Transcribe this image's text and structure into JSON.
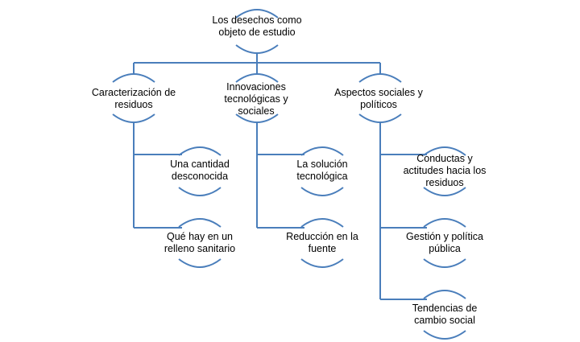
{
  "diagram": {
    "root": {
      "label_lines": [
        "Los desechos como",
        "objeto de estudio"
      ]
    },
    "branches": [
      {
        "label_lines": [
          "Caracterización de",
          "residuos"
        ],
        "children": [
          {
            "label_lines": [
              "Una cantidad",
              "desconocida"
            ]
          },
          {
            "label_lines": [
              "Qué hay en un",
              "relleno sanitario"
            ]
          }
        ]
      },
      {
        "label_lines": [
          "Innovaciones",
          "tecnológicas y",
          "sociales"
        ],
        "children": [
          {
            "label_lines": [
              "La solución",
              "tecnológica"
            ]
          },
          {
            "label_lines": [
              "Reducción en la",
              "fuente"
            ]
          }
        ]
      },
      {
        "label_lines": [
          "Aspectos sociales y",
          "políticos"
        ],
        "children": [
          {
            "label_lines": [
              "Conductas y",
              "actitudes hacia los",
              "residuos"
            ]
          },
          {
            "label_lines": [
              "Gestión y política",
              "pública"
            ]
          },
          {
            "label_lines": [
              "Tendencias de",
              "cambio social"
            ]
          }
        ]
      }
    ],
    "colors": {
      "connector": "#4a7ebb",
      "text": "#000000"
    }
  }
}
